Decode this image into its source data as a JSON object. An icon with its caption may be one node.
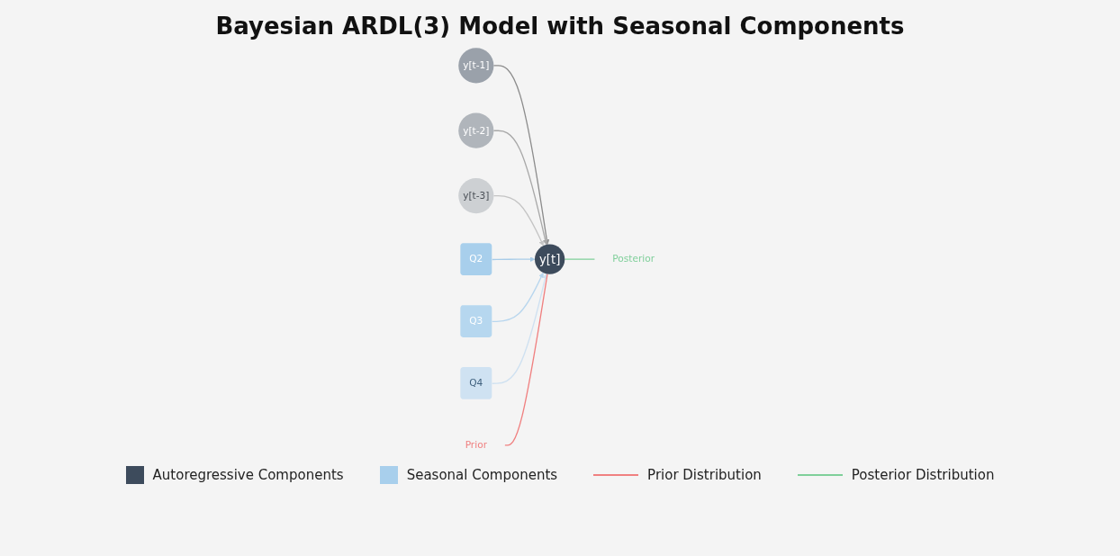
{
  "diagram": {
    "title": "Bayesian ARDL(3) Model with Seasonal Components",
    "nodes": [
      {
        "text": [
          "y[t-1]"
        ]
      },
      {
        "text": [
          "y[t-2]"
        ]
      },
      {
        "text": [
          "y[t-3]"
        ]
      },
      {
        "text": [
          "y[t]"
        ]
      },
      {
        "text": [
          "Q2"
        ]
      },
      {
        "text": [
          "Q3"
        ]
      },
      {
        "text": [
          "Q4"
        ]
      },
      {
        "text": [
          "Prior"
        ]
      },
      {
        "text": [
          "Posterior"
        ]
      }
    ],
    "edges": [
      {
        "from": 0,
        "to": 3,
        "arrow": "to",
        "color": "#8c8c8c"
      },
      {
        "from": 1,
        "to": 3,
        "arrow": "to",
        "color": "#a8a8a8"
      },
      {
        "from": 2,
        "to": 3,
        "arrow": "to",
        "color": "#c4c4c4"
      },
      {
        "from": 4,
        "to": 3,
        "arrow": "to",
        "color": "#a8cce8"
      },
      {
        "from": 5,
        "to": 3,
        "arrow": "to",
        "color": "#b8d6ee"
      },
      {
        "from": 6,
        "to": 3,
        "arrow": "to",
        "color": "#cfe1f1"
      },
      {
        "from": 7,
        "to": 3,
        "arrow": "none",
        "color": "#f08080"
      },
      {
        "from": 3,
        "to": 8,
        "arrow": "none",
        "color": "#7fcf9a"
      }
    ],
    "legend": [
      {
        "text": "Autoregressive Components",
        "color": "#3d4b5c"
      },
      {
        "text": "Seasonal Components",
        "color": "#a8cfec"
      },
      {
        "text": "Prior Distribution"
      },
      {
        "text": "Posterior Distribution"
      }
    ]
  }
}
